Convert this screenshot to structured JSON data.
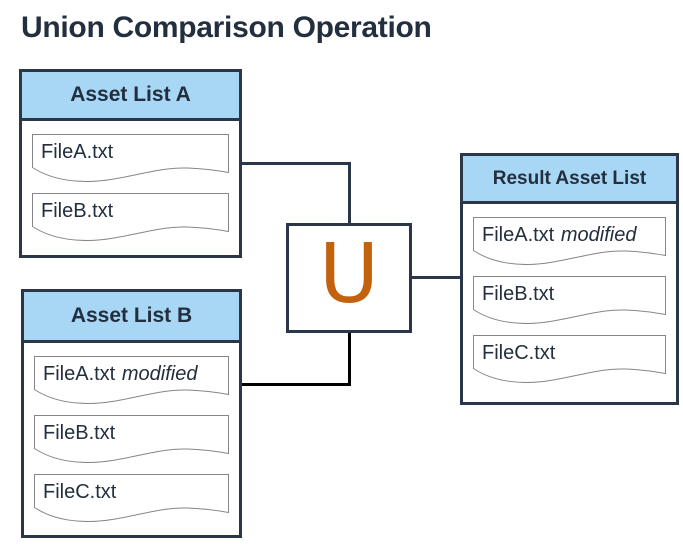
{
  "page": {
    "title": "Union Comparison Operation"
  },
  "colors": {
    "box_border": "#2b3648",
    "text": "#232f3e",
    "header_fill": "#a8d6f5",
    "file_item_border": "#848689",
    "union_symbol_orange": "#c2620e",
    "connector_navy": "#2b3648",
    "connector_black": "#000000"
  },
  "union": {
    "symbol": "U"
  },
  "lists": {
    "a": {
      "title": "Asset List A",
      "items": [
        {
          "name": "FileA.txt",
          "note": ""
        },
        {
          "name": "FileB.txt",
          "note": ""
        }
      ]
    },
    "b": {
      "title": "Asset List B",
      "items": [
        {
          "name": "FileA.txt",
          "note": "modified"
        },
        {
          "name": "FileB.txt",
          "note": ""
        },
        {
          "name": "FileC.txt",
          "note": ""
        }
      ]
    },
    "result": {
      "title": "Result Asset List",
      "items": [
        {
          "name": "FileA.txt",
          "note": "modified"
        },
        {
          "name": "FileB.txt",
          "note": ""
        },
        {
          "name": "FileC.txt",
          "note": ""
        }
      ]
    }
  }
}
